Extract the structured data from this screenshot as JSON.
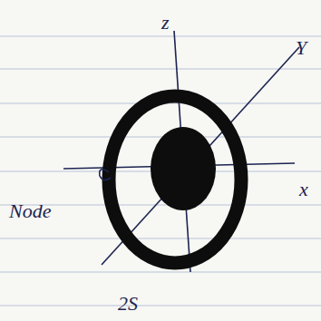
{
  "diagram": {
    "labels": [
      "z",
      "Y",
      "x",
      "Node",
      "2S"
    ]
  }
}
